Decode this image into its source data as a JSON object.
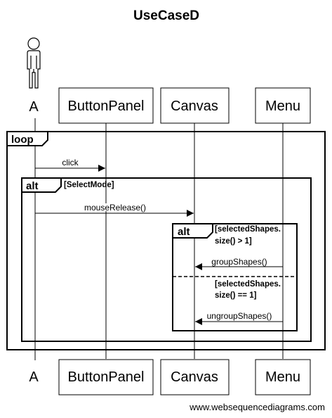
{
  "title": "UseCaseD",
  "participants": [
    {
      "id": "A",
      "label": "A",
      "kind": "actor"
    },
    {
      "id": "ButtonPanel",
      "label": "ButtonPanel",
      "kind": "box"
    },
    {
      "id": "Canvas",
      "label": "Canvas",
      "kind": "box"
    },
    {
      "id": "Menu",
      "label": "Menu",
      "kind": "box"
    }
  ],
  "frames": {
    "loop": {
      "keyword": "loop",
      "guard": ""
    },
    "alt_outer": {
      "keyword": "alt",
      "guard": "[SelectMode]"
    },
    "alt_inner": {
      "keyword": "alt",
      "guard_1_line1": "[selectedShapes.",
      "guard_1_line2": "size() > 1]",
      "guard_2_line1": "[selectedShapes.",
      "guard_2_line2": "size() == 1]"
    }
  },
  "messages": [
    {
      "from": "A",
      "to": "ButtonPanel",
      "label": "click"
    },
    {
      "from": "A",
      "to": "Canvas",
      "label": "mouseRelease()"
    },
    {
      "from": "Menu",
      "to": "Canvas",
      "label": "groupShapes()"
    },
    {
      "from": "Menu",
      "to": "Canvas",
      "label": "ungroupShapes()"
    }
  ],
  "footer": "www.websequencediagrams.com"
}
